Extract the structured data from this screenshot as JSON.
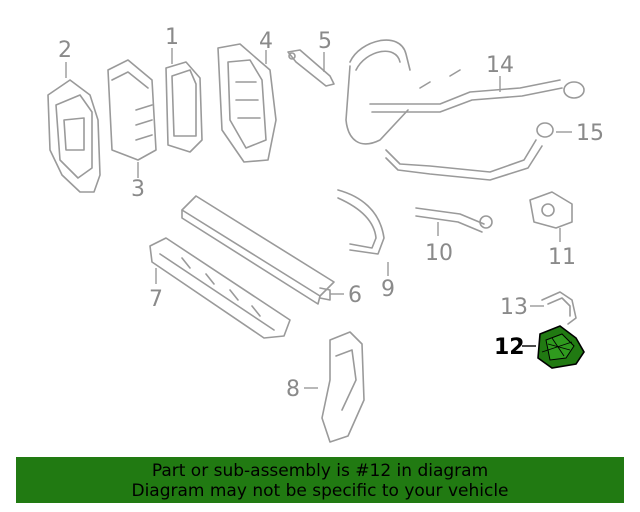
{
  "diagram": {
    "callouts": [
      "1",
      "2",
      "3",
      "4",
      "5",
      "6",
      "7",
      "8",
      "9",
      "10",
      "11",
      "12",
      "13",
      "14",
      "15"
    ],
    "highlighted_callout": "12",
    "highlight_color": "#217a12"
  },
  "banner": {
    "line1": "Part or sub-assembly is #12 in diagram",
    "line2": "Diagram may not be specific to your vehicle",
    "background": "#217a12"
  }
}
